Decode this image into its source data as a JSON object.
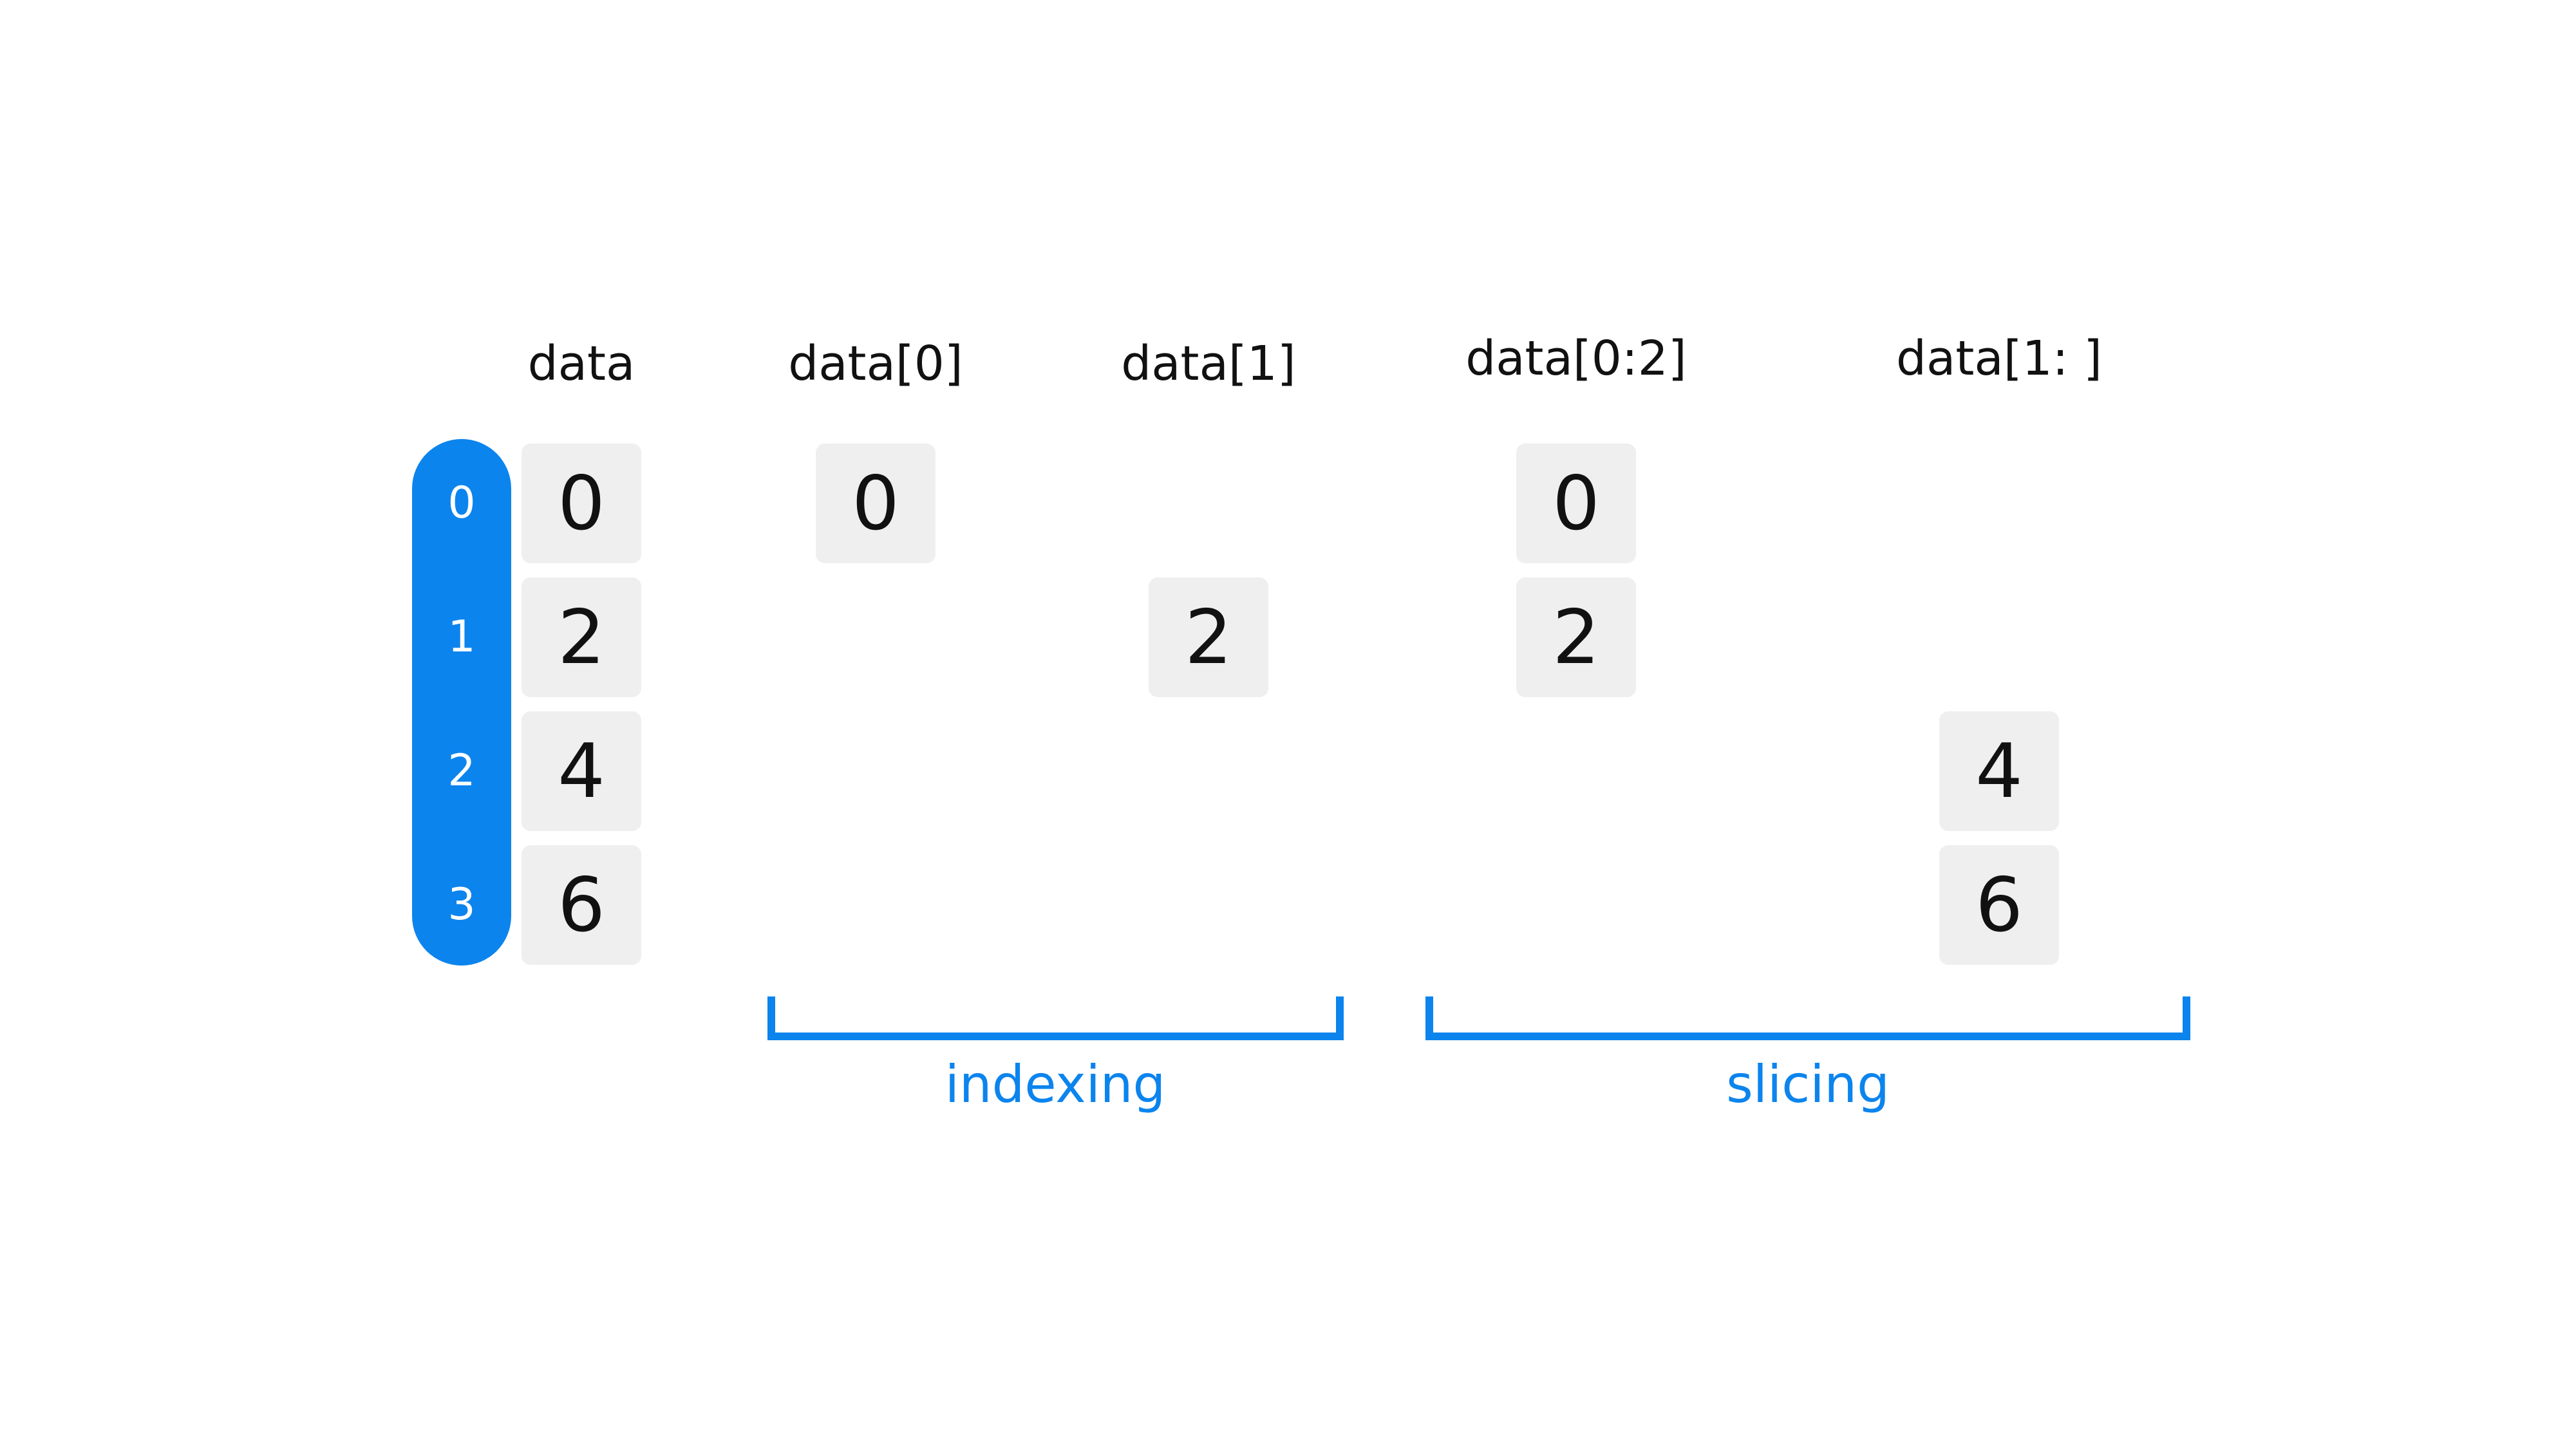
{
  "colors": {
    "accent": "#0c84ee",
    "cell_background": "#efefef",
    "text": "#111111"
  },
  "index_labels": [
    "0",
    "1",
    "2",
    "3"
  ],
  "columns": [
    {
      "header": "data",
      "values": [
        "0",
        "2",
        "4",
        "6"
      ],
      "rows": [
        0,
        1,
        2,
        3
      ]
    },
    {
      "header": "data[0]",
      "values": [
        "0"
      ],
      "rows": [
        0
      ]
    },
    {
      "header": "data[1]",
      "values": [
        "2"
      ],
      "rows": [
        1
      ]
    },
    {
      "header": "data[0:2]",
      "values": [
        "0",
        "2"
      ],
      "rows": [
        0,
        1
      ]
    },
    {
      "header": "data[1: ]",
      "values": [
        "4",
        "6"
      ],
      "rows": [
        2,
        3
      ]
    }
  ],
  "groups": [
    {
      "label": "indexing",
      "columns": [
        1,
        2
      ]
    },
    {
      "label": "slicing",
      "columns": [
        3,
        4
      ]
    }
  ]
}
